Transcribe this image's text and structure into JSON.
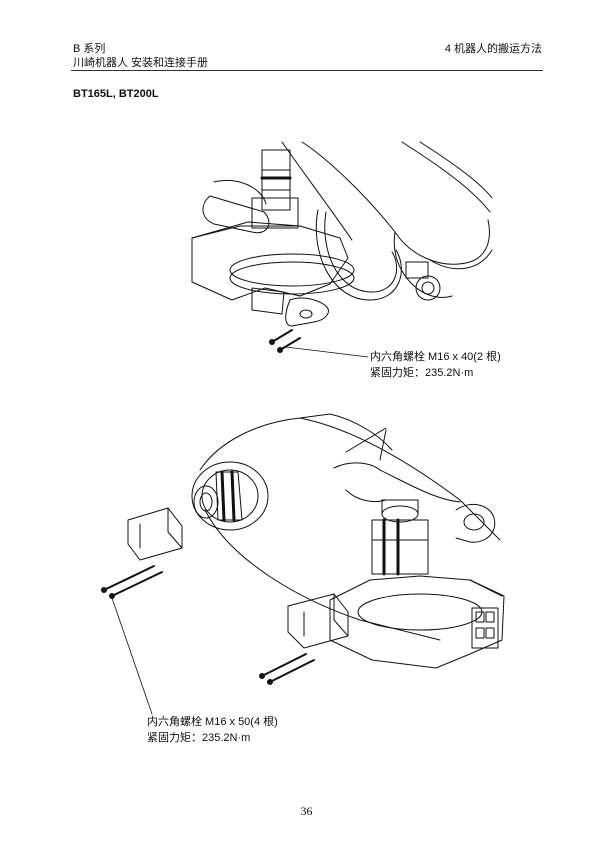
{
  "header": {
    "series": "B 系列",
    "manual_title": "川崎机器人  安装和连接手册",
    "chapter": "4   机器人的搬运方法"
  },
  "model": "BT165L, BT200L",
  "figure_top": {
    "callout": {
      "line1": "内六角螺栓 M16 x 40(2 根)",
      "line2": "紧固力矩：235.2N·m"
    }
  },
  "figure_bottom": {
    "callout": {
      "line1": "内六角螺栓 M16 x 50(4 根)",
      "line2": "紧固力矩：235.2N·m"
    }
  },
  "footer": {
    "page_number": "36"
  }
}
